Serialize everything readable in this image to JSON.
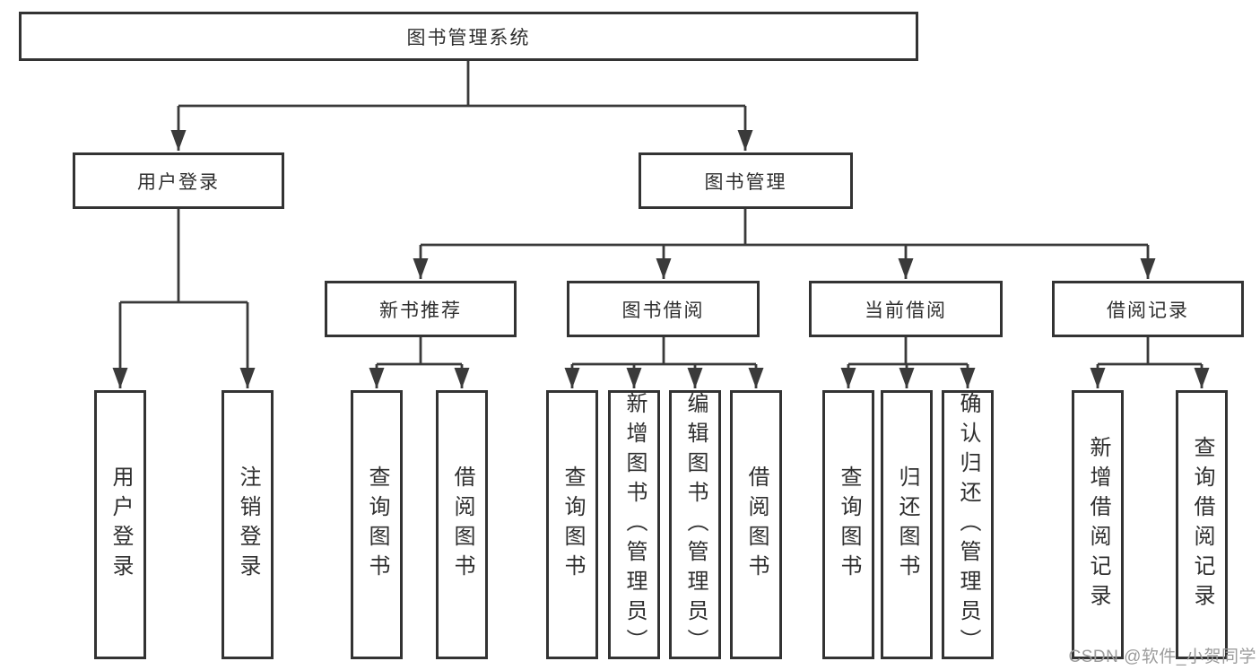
{
  "tree": {
    "root": "图书管理系统",
    "children": [
      {
        "label": "用户登录",
        "children": [
          "用户登录",
          "注销登录"
        ]
      },
      {
        "label": "图书管理",
        "children": [
          {
            "label": "新书推荐",
            "children": [
              "查询图书",
              "借阅图书"
            ]
          },
          {
            "label": "图书借阅",
            "children": [
              "查询图书",
              "新增图书（管理员）",
              "编辑图书（管理员）",
              "借阅图书"
            ]
          },
          {
            "label": "当前借阅",
            "children": [
              "查询图书",
              "归还图书",
              "确认归还（管理员）"
            ]
          },
          {
            "label": "借阅记录",
            "children": [
              "新增借阅记录",
              "查询借阅记录"
            ]
          }
        ]
      }
    ]
  },
  "watermark": {
    "text": "CSDN @软件_小贺同学"
  },
  "colors": {
    "line": "#3a3a3a",
    "box_border": "#333333",
    "text": "#2f2f2f",
    "watermark": "#9c9c9c",
    "background": "#ffffff"
  }
}
